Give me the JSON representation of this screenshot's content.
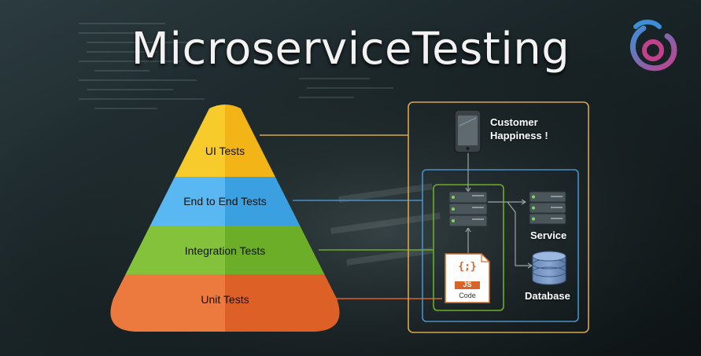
{
  "title": "MicroserviceTesting",
  "pyramid": {
    "levels": [
      {
        "label": "UI Tests",
        "color_left": "#f7cb2c",
        "color_right": "#f3b418"
      },
      {
        "label": "End to End Tests",
        "color_left": "#59b8f1",
        "color_right": "#3aa0e0"
      },
      {
        "label": "Integration Tests",
        "color_left": "#83c23a",
        "color_right": "#6cae27"
      },
      {
        "label": "Unit Tests",
        "color_left": "#ec7a3e",
        "color_right": "#dd6127"
      }
    ]
  },
  "architecture": {
    "customer_label_line1": "Customer",
    "customer_label_line2": "Happiness !",
    "service_label": "Service",
    "database_label": "Database",
    "code_icon_text": "{;}",
    "code_icon_badge": "JS",
    "code_icon_caption": "Code",
    "outer_box_color": "#d9a648",
    "mid_box_color": "#4a90c8",
    "inner_box_color": "#6cae27"
  },
  "brand": {
    "logo": "brand-logo-icon",
    "colors": [
      "#3c8fd6",
      "#c2418c"
    ]
  }
}
